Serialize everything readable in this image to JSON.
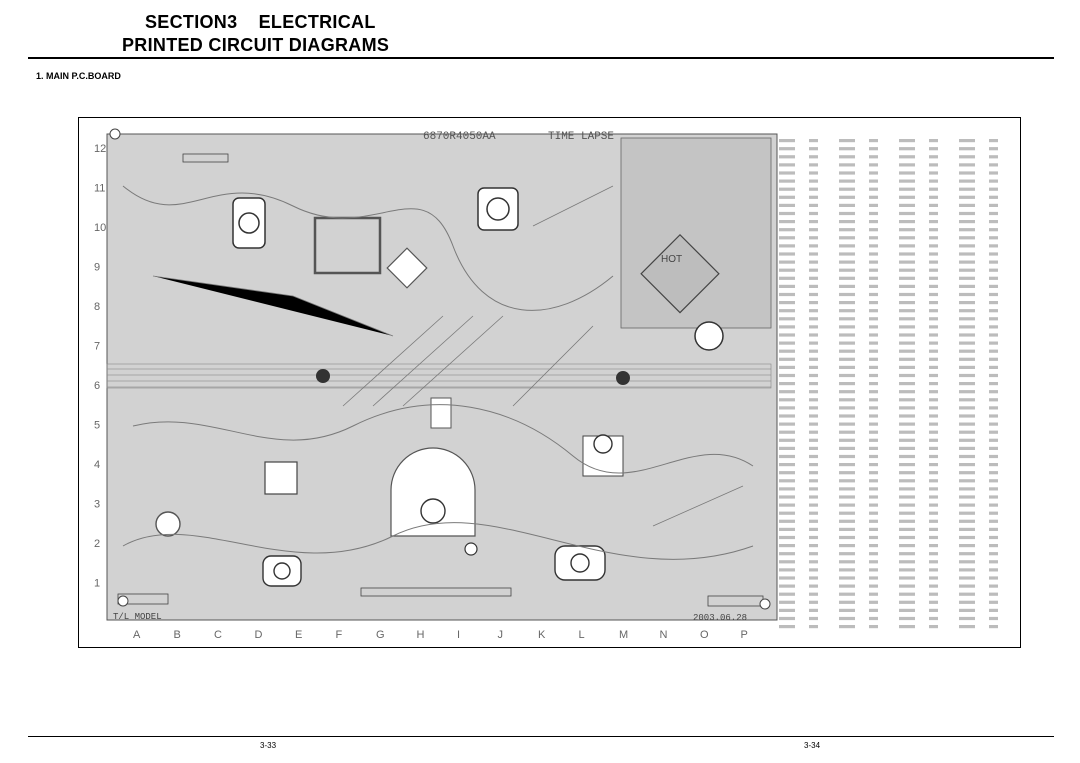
{
  "header": {
    "section_line": "SECTION3    ELECTRICAL",
    "title_line": "PRINTED CIRCUIT DIAGRAMS"
  },
  "subheading": "1. MAIN P.C.BOARD",
  "board": {
    "part_number": "6870R4050AA",
    "name": "TIME LAPSE",
    "model_label": "T/L MODEL",
    "date": "2003.06.28",
    "hot_label": "HOT",
    "row_labels": [
      "12",
      "11",
      "10",
      "9",
      "8",
      "7",
      "6",
      "5",
      "4",
      "3",
      "2",
      "1"
    ],
    "column_labels": [
      "A",
      "B",
      "C",
      "D",
      "E",
      "F",
      "G",
      "H",
      "I",
      "J",
      "K",
      "L",
      "M",
      "N",
      "O",
      "P"
    ]
  },
  "footer": {
    "page_left": "3-33",
    "page_right": "3-34"
  },
  "colors": {
    "board_fill": "#cfcfcf",
    "trace": "#7a7a7a",
    "ink": "#000000"
  }
}
